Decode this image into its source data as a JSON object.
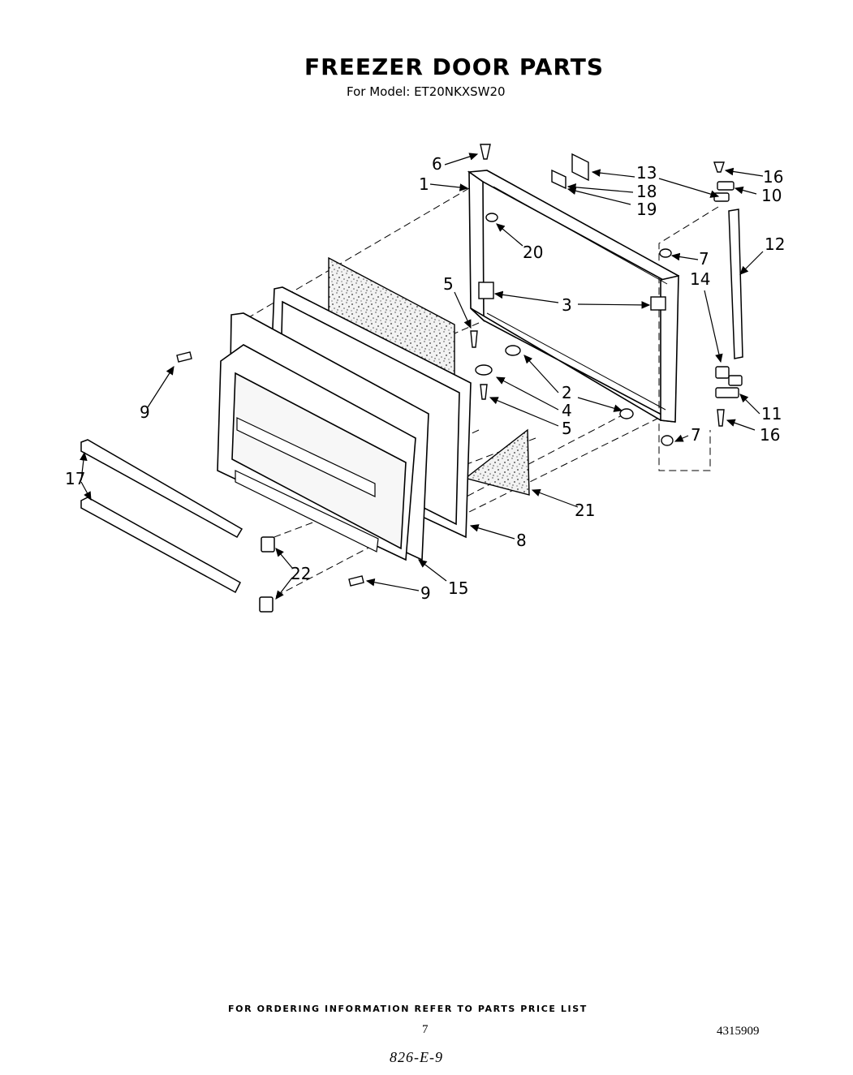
{
  "title": "FREEZER DOOR PARTS",
  "subtitle": "For Model: ET20NKXSW20",
  "callouts": [
    "1",
    "2",
    "2",
    "3",
    "3",
    "4",
    "5",
    "5",
    "6",
    "7",
    "7",
    "8",
    "9",
    "9",
    "10",
    "11",
    "12",
    "13",
    "14",
    "15",
    "16",
    "16",
    "17",
    "18",
    "19",
    "20",
    "21",
    "22"
  ],
  "footer_note": "FOR ORDERING INFORMATION REFER TO PARTS PRICE LIST",
  "page_number": "7",
  "document_number": "4315909",
  "handwritten_note": "826-E-9"
}
